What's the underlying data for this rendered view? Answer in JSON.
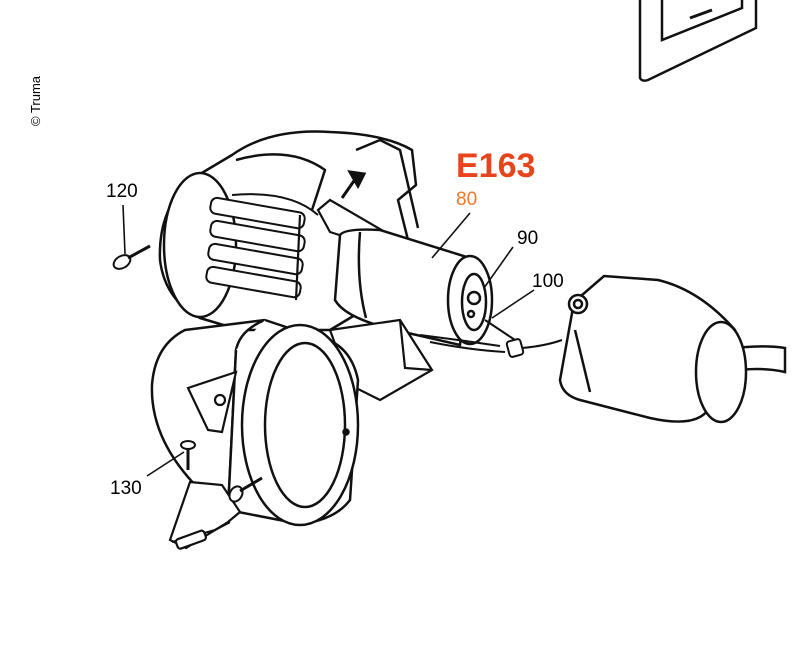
{
  "copyright": "© Truma",
  "part_code": "E163",
  "labels": {
    "l80": "80",
    "l90": "90",
    "l100": "100",
    "l120": "120",
    "l130": "130"
  },
  "colors": {
    "part_code": "#e8441c",
    "highlight_label": "#f07a2a",
    "line": "#111111",
    "background": "#ffffff"
  }
}
